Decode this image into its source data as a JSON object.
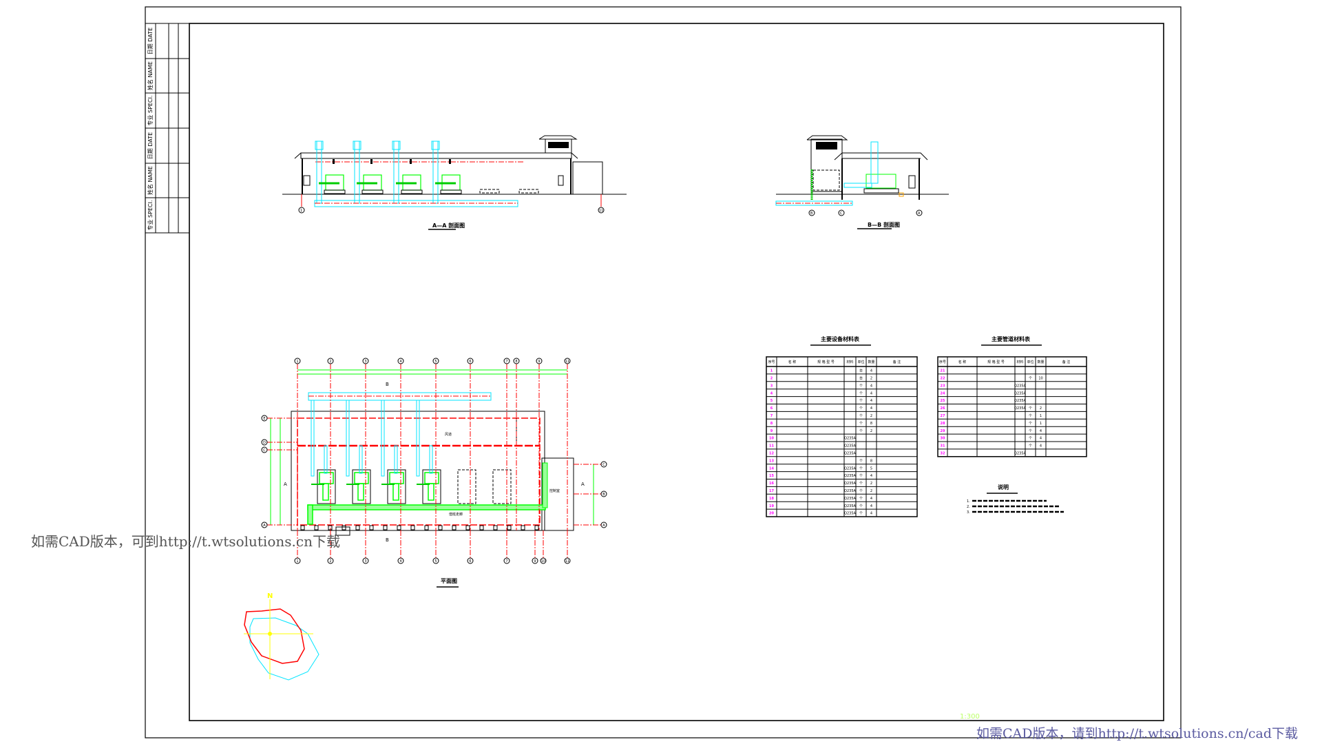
{
  "title_strip": [
    "日期 DATE",
    "姓名 NAME",
    "专业 SPECI.",
    "日期 DATE",
    "姓名 NAME",
    "专业 SPECI."
  ],
  "drawings": {
    "section_aa_title": "A—A 剖面图",
    "section_bb_title": "B—B 剖面图",
    "plan_title": "平面图",
    "north_label": "N",
    "scale": "1:300",
    "section_mark_a": "A",
    "section_mark_b": "B",
    "room_duct": "风道",
    "room_control": "控制室",
    "room_corridor": "值班走廊",
    "plan_top_axes": [
      "1",
      "2",
      "3",
      "4",
      "5",
      "6",
      "7",
      "8",
      "9",
      "11"
    ],
    "plan_bottom_axes": [
      "1",
      "2",
      "3",
      "4",
      "5",
      "6",
      "7",
      "9",
      "10",
      "11"
    ],
    "plan_left_axes": [
      "E",
      "D",
      "C",
      "A"
    ],
    "plan_right_axes": [
      "C",
      "B",
      "A"
    ],
    "aa_axes": [
      "1",
      "11"
    ],
    "bb_axes": [
      "B",
      "C",
      "A"
    ]
  },
  "table1": {
    "title": "主要设备材料表",
    "headers": [
      "序号",
      "名 称",
      "规 格  型 号",
      "材料",
      "单位",
      "数量",
      "备 注"
    ],
    "rows": [
      [
        "1",
        "",
        "",
        "",
        "台",
        "4",
        ""
      ],
      [
        "2",
        "",
        "",
        "",
        "台",
        "2",
        ""
      ],
      [
        "3",
        "",
        "",
        "",
        "个",
        "4",
        ""
      ],
      [
        "4",
        "",
        "",
        "",
        "个",
        "4",
        ""
      ],
      [
        "5",
        "",
        "",
        "",
        "个",
        "4",
        ""
      ],
      [
        "6",
        "",
        "",
        "",
        "个",
        "4",
        ""
      ],
      [
        "7",
        "",
        "",
        "",
        "个",
        "2",
        ""
      ],
      [
        "8",
        "",
        "",
        "",
        "个",
        "8",
        ""
      ],
      [
        "9",
        "",
        "",
        "",
        "个",
        "2",
        ""
      ],
      [
        "10",
        "",
        "",
        "Q235A",
        "",
        "",
        ""
      ],
      [
        "11",
        "",
        "",
        "Q235A",
        "",
        "",
        ""
      ],
      [
        "12",
        "",
        "",
        "Q235A",
        "",
        "",
        ""
      ],
      [
        "13",
        "",
        "",
        "",
        "个",
        "8",
        ""
      ],
      [
        "14",
        "",
        "",
        "Q235A",
        "个",
        "5",
        ""
      ],
      [
        "15",
        "",
        "",
        "Q235A",
        "个",
        "4",
        ""
      ],
      [
        "16",
        "",
        "",
        "Q235A",
        "个",
        "2",
        ""
      ],
      [
        "17",
        "",
        "",
        "Q235A",
        "个",
        "2",
        ""
      ],
      [
        "18",
        "",
        "",
        "Q235A",
        "个",
        "4",
        ""
      ],
      [
        "19",
        "",
        "",
        "Q235A",
        "个",
        "4",
        ""
      ],
      [
        "20",
        "",
        "",
        "Q235A",
        "个",
        "4",
        ""
      ]
    ]
  },
  "table2": {
    "title": "主要管道材料表",
    "headers": [
      "序号",
      "名 称",
      "规 格  型 号",
      "材料",
      "单位",
      "数量",
      "备 注"
    ],
    "rows": [
      [
        "21",
        "",
        "",
        "",
        "",
        "",
        ""
      ],
      [
        "22",
        "",
        "",
        "",
        "个",
        "10",
        ""
      ],
      [
        "23",
        "",
        "",
        "Q235A",
        "",
        "",
        ""
      ],
      [
        "24",
        "",
        "",
        "Q235A",
        "",
        "",
        ""
      ],
      [
        "25",
        "",
        "",
        "Q235A",
        "",
        "",
        ""
      ],
      [
        "26",
        "",
        "",
        "Q235A",
        "个",
        "2",
        ""
      ],
      [
        "27",
        "",
        "",
        "",
        "个",
        "1",
        ""
      ],
      [
        "28",
        "",
        "",
        "",
        "个",
        "1",
        ""
      ],
      [
        "29",
        "",
        "",
        "",
        "个",
        "4",
        ""
      ],
      [
        "30",
        "",
        "",
        "",
        "个",
        "4",
        ""
      ],
      [
        "31",
        "",
        "",
        "",
        "个",
        "4",
        ""
      ],
      [
        "32",
        "",
        "",
        "Q235A",
        "",
        "",
        ""
      ]
    ]
  },
  "notes": {
    "title": "说明",
    "lines": [
      "1.",
      "2.",
      "3."
    ]
  },
  "watermarks": {
    "left": "如需CAD版本，可到http://t.wtsolutions.cn下载",
    "right": "如需CAD版本，请到http://t.wtsolutions.cn/cad下载"
  },
  "colors": {
    "red": "#ff0000",
    "cyan": "#00e5ff",
    "green": "#00ff00",
    "magenta": "#ff00ff",
    "yellow": "#ffff00",
    "scale": "#bbff66",
    "watermark_right": "#5a5aa0"
  }
}
